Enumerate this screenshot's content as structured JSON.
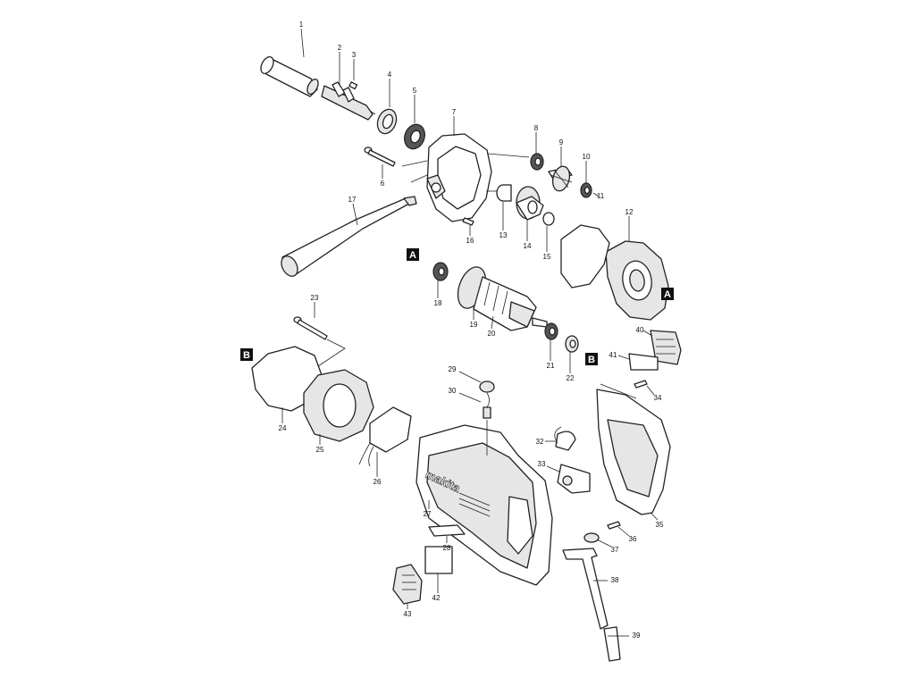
{
  "diagram": {
    "brand_text": "makita",
    "reference_markers": [
      "A",
      "B"
    ],
    "part_numbers": [
      "1",
      "2",
      "3",
      "4",
      "5",
      "6",
      "7",
      "8",
      "9",
      "10",
      "11",
      "12",
      "13",
      "14",
      "15",
      "16",
      "17",
      "18",
      "19",
      "20",
      "21",
      "22",
      "23",
      "24",
      "25",
      "26",
      "27",
      "28",
      "29",
      "30",
      "32",
      "33",
      "34",
      "35",
      "36",
      "37",
      "38",
      "39",
      "40",
      "41",
      "42",
      "43"
    ]
  }
}
